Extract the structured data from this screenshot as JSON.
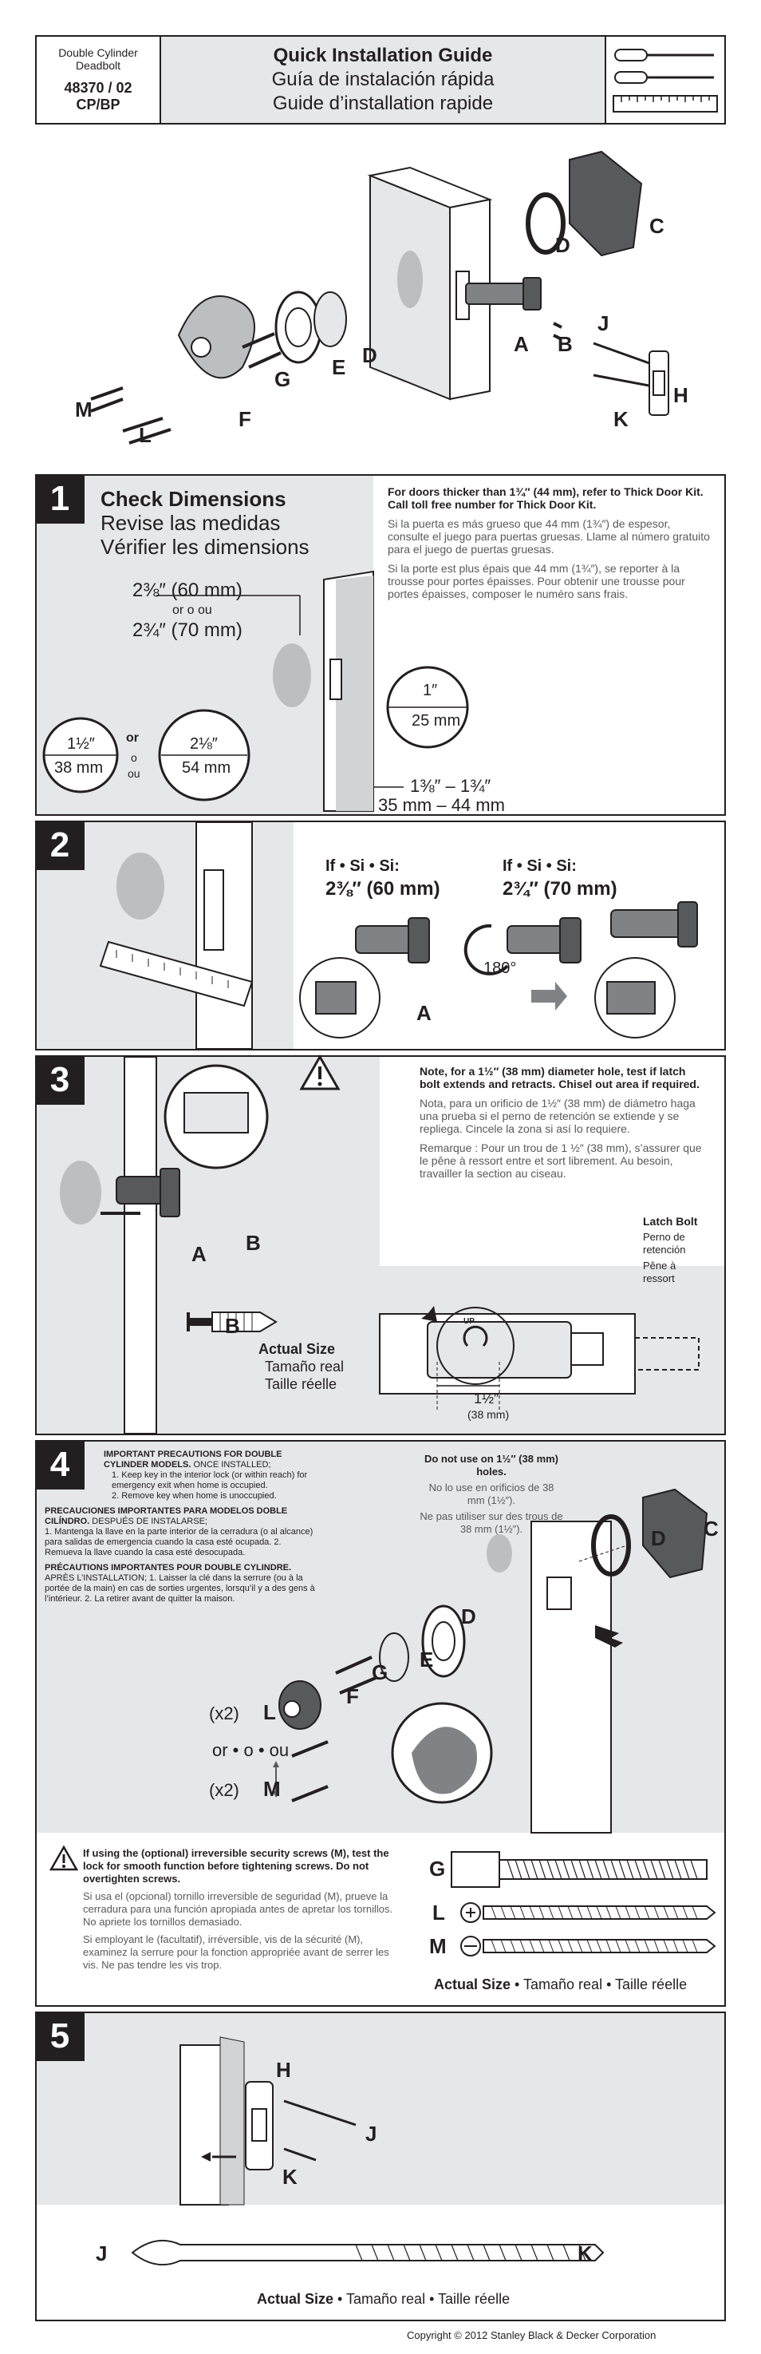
{
  "header": {
    "product_line1": "Double Cylinder",
    "product_line2": "Deadbolt",
    "model": "48370 / 02",
    "finish": "CP/BP",
    "title_en": "Quick Installation Guide",
    "title_es": "Guía de instalación rápida",
    "title_fr": "Guide d’installation rapide",
    "tools_icon": "screwdrivers-and-ruler-icon"
  },
  "parts": {
    "A": "A",
    "B": "B",
    "C": "C",
    "D": "D",
    "D2": "D",
    "E": "E",
    "F": "F",
    "G": "G",
    "H": "H",
    "J": "J",
    "K": "K",
    "L": "L",
    "M": "M"
  },
  "step1": {
    "num": "1",
    "title_en": "Check Dimensions",
    "title_es": "Revise las medidas",
    "title_fr": "Vérifier les dimensions",
    "backset1": "2⅜″ (60 mm)",
    "or_line": "or o ou",
    "backset2": "2¾″ (70 mm)",
    "hole1_in": "1½″",
    "hole1_mm": "38 mm",
    "or1": "or",
    "or2": "o",
    "or3": "ou",
    "hole2_in": "2⅛″",
    "hole2_mm": "54 mm",
    "edge_in": "1″",
    "edge_mm": "25 mm",
    "door_in": "1⅜″ – 1¾″",
    "door_mm": "35 mm – 44 mm",
    "note_en": "For doors thicker than 1¾″  (44 mm), refer to Thick Door Kit. Call toll free number for Thick Door Kit.",
    "note_es": "Si la puerta es más grueso que 44 mm (1¾″) de espesor, consulte el juego para puertas gruesas. Llame al número gratuito para el juego de puertas gruesas.",
    "note_fr": "Si la porte est plus épais que 44 mm (1¾″), se reporter à la trousse pour portes épaisses. Pour obtenir une trousse pour portes épaisses, composer le numéro sans frais."
  },
  "step2": {
    "num": "2",
    "if1": "If • Si • Si:",
    "size1": "2⅜″ (60 mm)",
    "if2": "If • Si • Si:",
    "size2": "2¾″ (70 mm)",
    "rotate": "180°",
    "partA": "A"
  },
  "step3": {
    "num": "3",
    "note_en": "Note, for a 1½″ (38 mm) diameter hole, test if latch bolt extends and retracts. Chisel out area if required.",
    "note_es": "Nota, para un orificio de 1½″ (38 mm) de diámetro haga una prueba si el perno de retención se extiende y se repliega. Cincele la zona si así lo requiere.",
    "note_fr": "Remarque : Pour un trou de 1 ½″ (38 mm), s’assurer que le pêne à ressort entre et sort librement. Au besoin, travailler la section au ciseau.",
    "latch_en": "Latch Bolt",
    "latch_es1": "Perno de",
    "latch_es2": "retención",
    "latch_fr1": "Pêne à",
    "latch_fr2": "ressort",
    "actual_en": "Actual Size",
    "actual_es": "Tamaño real",
    "actual_fr": "Taille réelle",
    "dim_in": "1½″",
    "dim_mm": "(38 mm)",
    "up_label": "UP",
    "warning_icon": "warning-triangle-icon"
  },
  "step4": {
    "num": "4",
    "prec_en_title": "IMPORTANT PRECAUTIONS FOR DOUBLE CYLINDER MODELS.",
    "prec_en_after": " ONCE INSTALLED;",
    "prec_en_1": "1. Keep key in the interior lock (or within reach) for emergency exit when home is occupied.",
    "prec_en_2": "2. Remove key when home is unoccupied.",
    "prec_es_title": "PRECAUCIONES IMPORTANTES  PARA MODELOS DOBLE CILÍNDRO.",
    "prec_es_after": " DESPUÉS DE INSTALARSE;",
    "prec_es_body": "1. Mantenga la llave en la parte interior de la cerradura (o al alcance) para salidas de emergencia cuando la casa esté ocupada. 2. Remueva la llave cuando la casa esté desocupada.",
    "prec_fr_title": "PRÉCAUTIONS IMPORTANTES POUR DOUBLE CYLINDRE.",
    "prec_fr_after": " APRÈS L’INSTALLATION; ",
    "prec_fr_body": "1. Laisser la clé dans la serrure (ou à la portée de la main) en cas de sorties urgentes, lorsqu’il y a des gens à l’intérieur. 2. La retirer avant de quitter la maison.",
    "holes_en": "Do not use on 1½″ (38 mm) holes.",
    "holes_es": "No lo use en orificios de 38 mm (1½″).",
    "holes_fr": "Ne pas utiliser sur des trous de 38 mm (1½″).",
    "x2a": "(x2)",
    "x2b": "(x2)",
    "or_ou": "or • o • ou",
    "warn_en": "If using the (optional) irreversible security screws (M), test the lock for smooth function before tightening screws. Do not overtighten screws.",
    "warn_es": "Si usa el (opcional) tornillo irreversible  de seguridad (M), prueve la cerradura para una función apropiada antes de apretar los tornillos. No apriete los tornillos demasiado.",
    "warn_fr": "Si employant le (facultatif), irréversible, vis de la sécurité (M), examinez la serrure pour la fonction appropriée avant de serrer les vis. Ne pas tendre les vis trop.",
    "actual_en": "Actual Size",
    "actual_rest": " • Tamaño real • Taille réelle"
  },
  "step5": {
    "num": "5",
    "actual_en": "Actual Size",
    "actual_rest": " • Tamaño real • Taille réelle"
  },
  "footer": {
    "copyright": "Copyright © 2012 Stanley Black & Decker Corporation"
  }
}
